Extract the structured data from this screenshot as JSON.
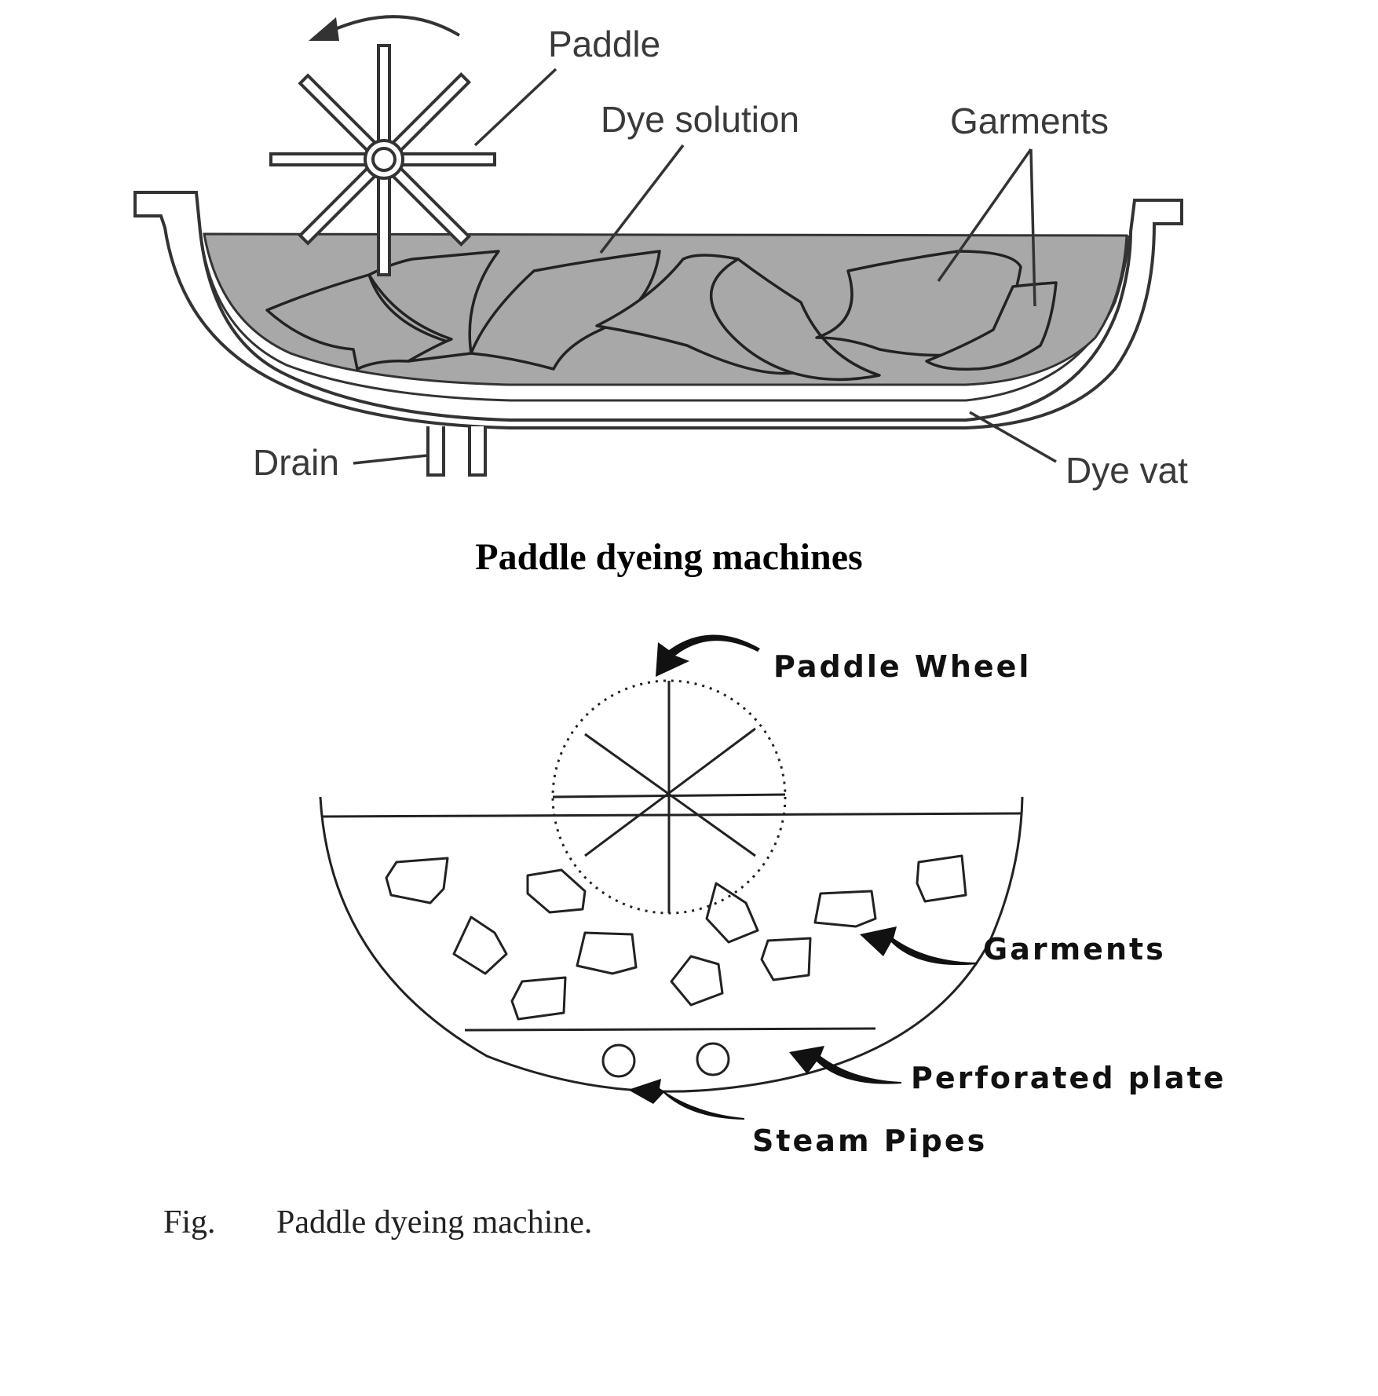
{
  "top_diagram": {
    "labels": {
      "paddle": "Paddle",
      "dye_solution": "Dye solution",
      "garments": "Garments",
      "drain": "Drain",
      "dye_vat": "Dye vat"
    },
    "title": "Paddle dyeing machines"
  },
  "bottom_diagram": {
    "labels": {
      "paddle_wheel": "Paddle Wheel",
      "garments": "Garments",
      "perforated_plate": "Perforated plate",
      "steam_pipes": "Steam Pipes"
    },
    "caption_prefix": "Fig.",
    "caption": "Paddle dyeing machine."
  },
  "colors": {
    "line": "#333333",
    "solution_fill": "#a8a8a8",
    "vat_fill": "#ffffff"
  }
}
